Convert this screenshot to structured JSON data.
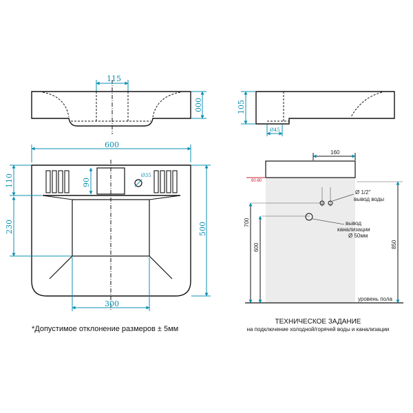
{
  "front_top": {
    "dim_width": "115",
    "dim_height": "000"
  },
  "side_top": {
    "dim_height": "105",
    "dim_diameter": "Ø45"
  },
  "plan": {
    "dim_width": "600",
    "dim_left_top": "110",
    "dim_inner": "90",
    "dim_hole": "Ø35",
    "dim_left_mid": "230",
    "dim_right": "500",
    "dim_bottom": "300"
  },
  "install": {
    "dim_top": "160",
    "dim_offset": "60-80",
    "dim_700": "700",
    "dim_600": "600",
    "dim_850": "850",
    "label_water_size": "Ø 1/2\"",
    "label_water": "вывод воды",
    "label_drain_1": "вывод",
    "label_drain_2": "канализации",
    "label_drain_size": "Ø 50мм",
    "label_floor": "уровень пола"
  },
  "footer": {
    "note": "*Допустимое отклонение размеров ± 5мм",
    "title": "ТЕХНИЧЕСКОЕ ЗАДАНИЕ",
    "subtitle": "на подключение холодной/горячей воды и канализации"
  },
  "colors": {
    "dimension": "#0a8fb0",
    "drawing": "#111111",
    "accent": "#c22233",
    "wall": "#ececec"
  }
}
